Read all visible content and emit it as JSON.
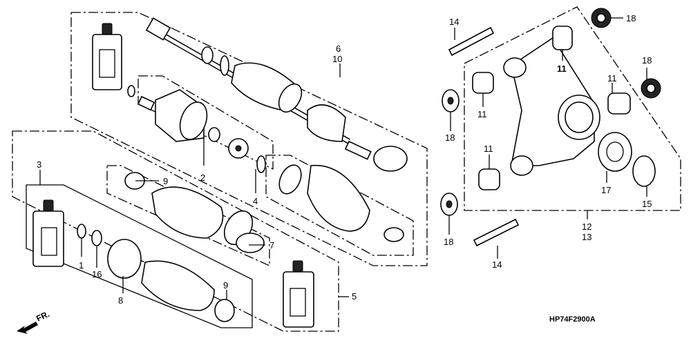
{
  "diagram": {
    "code": "HP74F2900A",
    "front_marker": "FR.",
    "labels": {
      "p1": "1",
      "p2": "2",
      "p3": "3",
      "p4": "4",
      "p5": "5",
      "p6": "6",
      "p7": "7",
      "p8": "8",
      "p9": "9",
      "p10": "10",
      "p11": "11",
      "p12": "12",
      "p13": "13",
      "p14": "14",
      "p15": "15",
      "p16": "16",
      "p17": "17",
      "p18": "18"
    }
  }
}
